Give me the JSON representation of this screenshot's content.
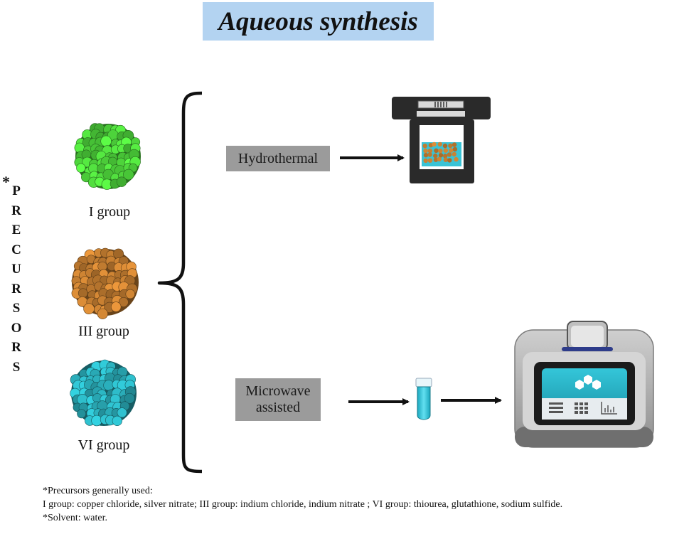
{
  "title": "Aqueous synthesis",
  "side_label": {
    "star": "*",
    "letters": [
      "P",
      "R",
      "E",
      "C",
      "U",
      "R",
      "S",
      "O",
      "R",
      "S"
    ]
  },
  "groups": [
    {
      "label": "I group",
      "color": "#4ccf3a"
    },
    {
      "label": "III group",
      "color": "#c07b30"
    },
    {
      "label": "VI group",
      "color": "#29a9b5"
    }
  ],
  "processes": {
    "hydrothermal": "Hydrothermal",
    "microwave_line1": "Microwave",
    "microwave_line2": "assisted"
  },
  "footnote": {
    "line1": "*Precursors generally used:",
    "line2": "I group: copper chloride, silver nitrate; III group: indium chloride, indium nitrate ; VI group: thiourea, glutathione, sodium sulfide.",
    "line3": "*Solvent: water."
  }
}
